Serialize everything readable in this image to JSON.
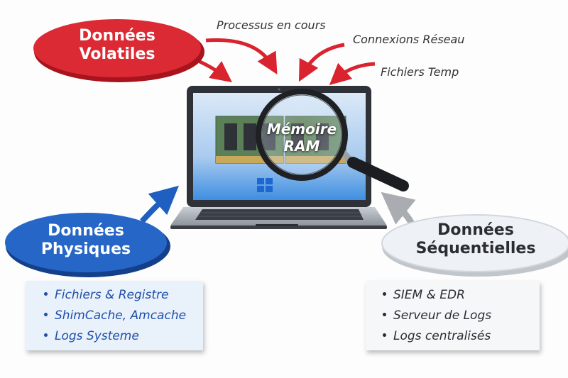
{
  "volatile": {
    "title_line1": "Données",
    "title_line2": "Volatiles",
    "color": "#d9232e",
    "items": [
      "Processus en cours",
      "Connexions Réseau",
      "Fichiers Temp"
    ]
  },
  "center": {
    "label_line1": "Mémoire",
    "label_line2": "RAM"
  },
  "physical": {
    "title_line1": "Données",
    "title_line2": "Physiques",
    "color": "#1f5fc0",
    "items": [
      "Fichiers & Registre",
      "ShimCache, Amcache",
      "Logs Systeme"
    ]
  },
  "sequential": {
    "title_line1": "Données",
    "title_line2": "Séquentielles",
    "color": "#e4e8ee",
    "items": [
      "SIEM & EDR",
      "Serveur de Logs",
      "Logs centralisés"
    ]
  }
}
